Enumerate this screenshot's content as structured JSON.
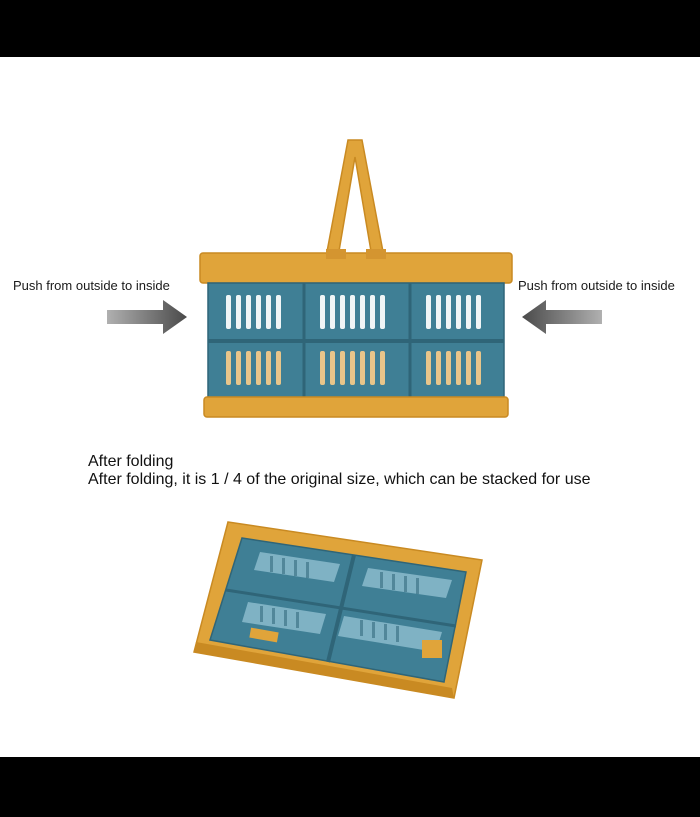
{
  "labels": {
    "left": "Push from outside to inside",
    "right": "Push from outside to inside"
  },
  "captions": {
    "title": "After folding",
    "detail": "After folding, it is 1 / 4 of the original size, which can be stacked for use"
  },
  "colors": {
    "frame": "#e0a43a",
    "frame_dark": "#c98a22",
    "crate": "#3f7f95",
    "crate_dark": "#2f6578",
    "arrow_dark": "#555555",
    "arrow_light": "#a8a8a8"
  },
  "icons": {
    "left_arrow": "arrow-right-icon",
    "right_arrow": "arrow-left-icon"
  }
}
